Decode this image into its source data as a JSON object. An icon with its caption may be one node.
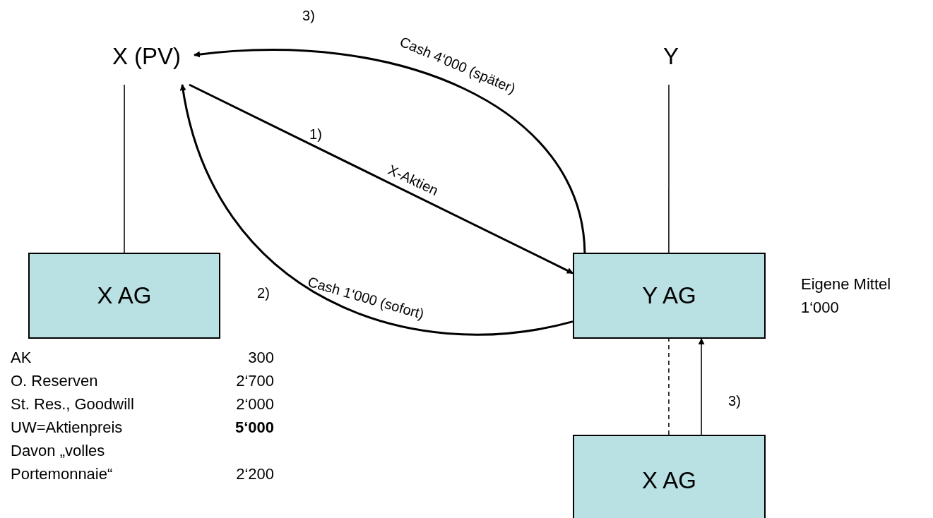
{
  "diagram": {
    "nodes": [
      {
        "text": [
          "X (PV)"
        ]
      },
      {
        "text": [
          "Y"
        ]
      },
      {
        "text": [
          "X AG"
        ]
      },
      {
        "text": [
          "Y AG"
        ],
        "beside": [
          "Eigene Mittel 1‘000"
        ]
      },
      {
        "text": [
          "X AG"
        ]
      }
    ],
    "edges": [
      {
        "from": 0,
        "to": 2,
        "arrow": "none"
      },
      {
        "from": 1,
        "to": 3,
        "arrow": "none"
      },
      {
        "from": 0,
        "to": 3,
        "arrow": "to",
        "label": "X-Aktien"
      },
      {
        "from": 3,
        "to": 0,
        "arrow": "to",
        "label": "Cash 4‘000 (später)"
      },
      {
        "from": 3,
        "to": 0,
        "arrow": "to",
        "label": "Cash 1‘000 (sofort)"
      },
      {
        "from": 4,
        "to": 3,
        "arrow": "none",
        "style": "dashed"
      },
      {
        "from": 4,
        "to": 3,
        "arrow": "to",
        "label": "3)"
      }
    ],
    "labels": [
      "3)",
      "1)",
      "2)",
      "AK",
      "300",
      "O. Reserven",
      "2‘700",
      "St. Res., Goodwill",
      "2‘000",
      "UW=Aktienpreis",
      "5‘000",
      "Davon „volles Portemonnaie“",
      "2‘200"
    ]
  }
}
